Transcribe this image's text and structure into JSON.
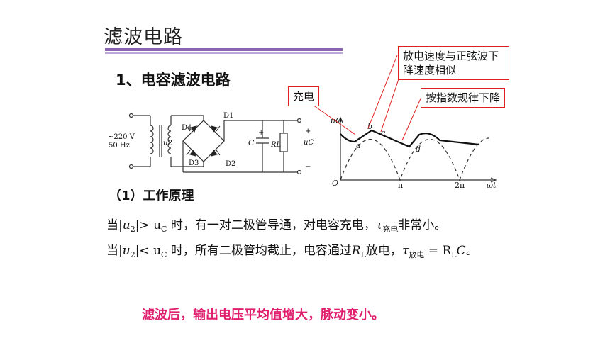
{
  "title": "滤波电路",
  "section_heading": "1、电容滤波电路",
  "subheading": "（1）工作原理",
  "callouts": {
    "charge": "充电",
    "speed": "放电速度与正弦波下降速度相似",
    "exponential": "按指数规律下降"
  },
  "circuit": {
    "source_voltage": "~220 V",
    "source_freq": "50 Hz",
    "secondary": "u2",
    "diodes": [
      "D1",
      "D2",
      "D3",
      "D4"
    ],
    "capacitor": "C",
    "load": "RL",
    "output": "uC",
    "plus": "+",
    "minus": "−"
  },
  "waveform": {
    "y_axis": "uO",
    "x_axis": "ωt",
    "origin": "O",
    "ticks": [
      "π",
      "2π"
    ],
    "points": [
      "a",
      "b",
      "c",
      "d"
    ]
  },
  "equations": {
    "line1": {
      "start": "当",
      "abs_var": "u",
      "abs_sub": "2",
      "rel": "> u",
      "rel_sub": "C",
      "text": " 时，有一对二极管导通，对电容充电，",
      "tau": "τ",
      "tau_sub": "充电",
      "end": "非常小。"
    },
    "line2": {
      "start": "当",
      "abs_var": "u",
      "abs_sub": "2",
      "rel": "< u",
      "rel_sub": "C",
      "text": " 时，所有二极管均截止，电容通过",
      "r": "R",
      "r_sub": "L",
      "mid": "放电，",
      "tau": "τ",
      "tau_sub": "放电",
      "eq": " = R",
      "eq_sub": "L",
      "end": "C。"
    }
  },
  "conclusion": "滤波后，输出电压平均值增大，脉动变小。"
}
